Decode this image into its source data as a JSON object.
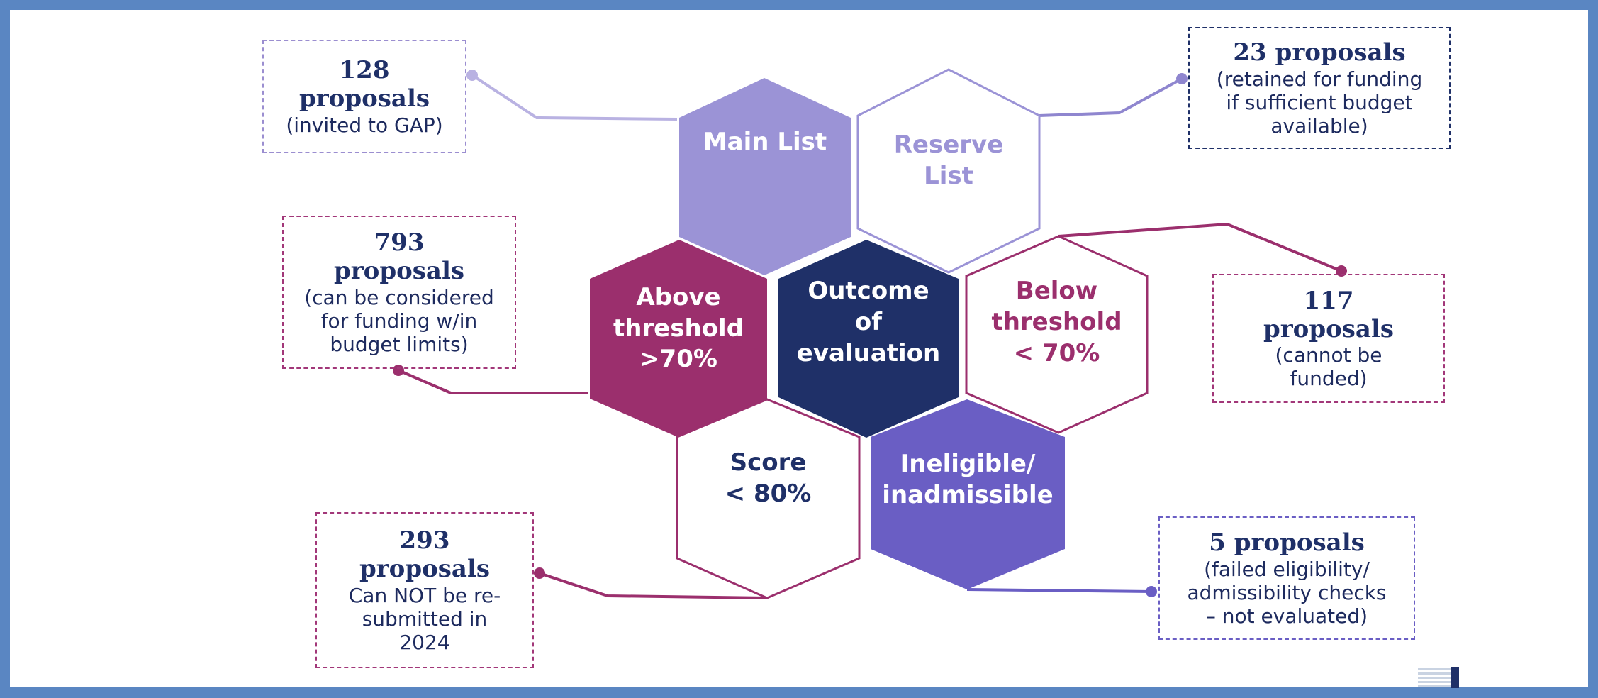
{
  "colors": {
    "frame": "#5a86c2",
    "lavender": "#9b93d6",
    "plum": "#9b2f6d",
    "navy": "#1f3068",
    "purple": "#6a5ec4",
    "text_navy": "#1f3068"
  },
  "hexagons": {
    "main_list": "Main List",
    "reserve_list_line1": "Reserve",
    "reserve_list_line2": "List",
    "above_line1": "Above",
    "above_line2": "threshold",
    "above_line3": ">70%",
    "outcome_line1": "Outcome",
    "outcome_line2": "of",
    "outcome_line3": "evaluation",
    "below_line1": "Below",
    "below_line2": "threshold",
    "below_line3": "< 70%",
    "score_line1": "Score",
    "score_line2": "< 80%",
    "ineligible_line1": "Ineligible/",
    "ineligible_line2": "inadmissible"
  },
  "callouts": {
    "main": {
      "line1": "128",
      "line2": "proposals",
      "line3": "(invited to GAP)"
    },
    "reserve": {
      "line1": "23 proposals",
      "line2": "(retained for funding",
      "line3": "if sufficient budget",
      "line4": "available)"
    },
    "above": {
      "line1": "793",
      "line2": "proposals",
      "line3": "(can be considered",
      "line4": "for funding w/in",
      "line5": "budget limits)"
    },
    "below": {
      "line1": "117",
      "line2": "proposals",
      "line3": "(cannot be",
      "line4": "funded)"
    },
    "score": {
      "line1": "293",
      "line2": "proposals",
      "line3": "Can NOT be re-",
      "line4": "submitted in",
      "line5": "2024"
    },
    "ineligible": {
      "line1": "5 proposals",
      "line2": "(failed eligibility/",
      "line3": "admissibility checks",
      "line4": "– not evaluated)"
    }
  }
}
